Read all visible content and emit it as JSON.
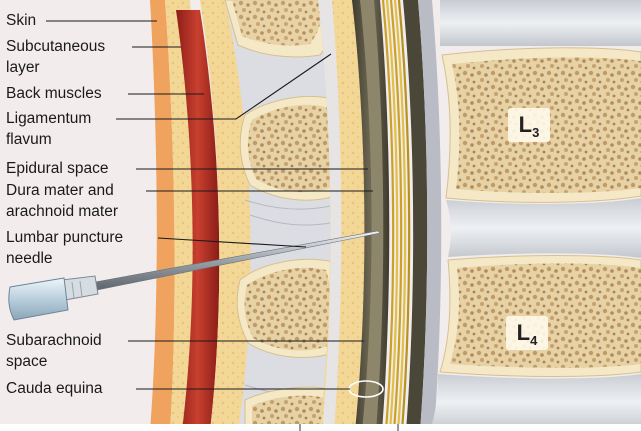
{
  "labels": {
    "skin": "Skin",
    "subcutaneous": [
      "Subcutaneous",
      "layer"
    ],
    "back_muscles": "Back muscles",
    "ligamentum": [
      "Ligamentum",
      "flavum"
    ],
    "epidural": "Epidural space",
    "dura": [
      "Dura mater and",
      "arachnoid mater"
    ],
    "needle": [
      "Lumbar puncture",
      "needle"
    ],
    "subarachnoid": [
      "Subarachnoid",
      "space"
    ],
    "cauda": "Cauda equina"
  },
  "vertebrae": {
    "upper": {
      "letter": "L",
      "number": "3"
    },
    "lower": {
      "letter": "L",
      "number": "4"
    }
  },
  "colors": {
    "background": "#f3ecec",
    "skin": "#f0a35f",
    "fat": "#f3d28a",
    "muscle": "#b53226",
    "bone_cortex": "#f4e8c6",
    "bone_spongy": "#d9b98a",
    "dura": "#5b5646",
    "nerve": "#c9a227",
    "disc": "#d9dde2",
    "leader_line": "#1a1a1a"
  }
}
